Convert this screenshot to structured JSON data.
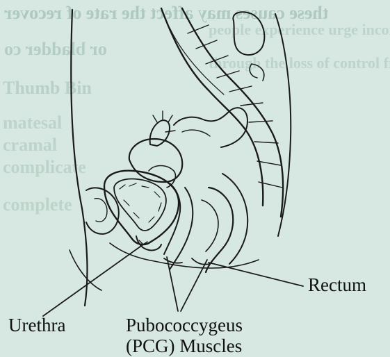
{
  "labels": {
    "urethra": "Urethra",
    "pubococcygeus_line1": "Pubococcygeus",
    "pubococcygeus_line2": "(PCG) Muscles",
    "rectum": "Rectum"
  },
  "bleed_through": {
    "row1": "these causes may affect the rate of recover",
    "row2": "or bladder co",
    "row3": "people experience urge incontinence",
    "row4": "through the loss of control from",
    "row5": "Thumb Bin",
    "row6": "matesal",
    "row7": "cramal",
    "row8": "complicate",
    "row9": "complete"
  },
  "colors": {
    "paper": "#d6e8e1",
    "ink": "#1a1a1a",
    "bleed": "#8fb0a4"
  }
}
